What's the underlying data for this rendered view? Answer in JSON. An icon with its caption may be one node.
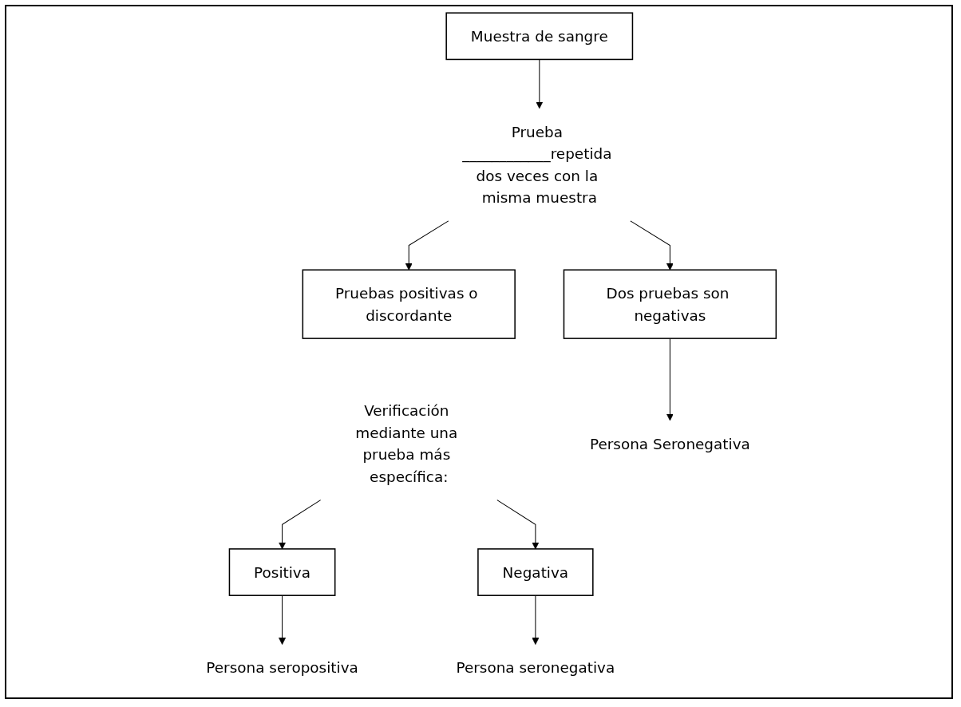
{
  "diagram": {
    "nodes": [
      {
        "text": [
          "Muestra de sangre"
        ]
      },
      {
        "text": [
          "Prueba ____________repetida dos veces con la misma muestra"
        ]
      },
      {
        "text": [
          "Dos pruebas son negativas"
        ]
      },
      {
        "text": [
          "Pruebas positivas o discordante"
        ]
      },
      {
        "text": [
          "Verificación mediante una prueba más específica:"
        ]
      },
      {
        "text": [
          "Positiva"
        ]
      },
      {
        "text": [
          "Negativa"
        ]
      },
      {
        "text": [
          "Persona Seronegativa"
        ]
      },
      {
        "text": [
          "Persona seropositiva"
        ]
      },
      {
        "text": [
          "Persona seronegativa"
        ]
      }
    ],
    "edges": [
      {
        "from": 0,
        "to": 1,
        "arrow": "to"
      },
      {
        "from": 1,
        "to": 2,
        "arrow": "to"
      },
      {
        "from": 1,
        "to": 3,
        "arrow": "to"
      },
      {
        "from": 2,
        "to": 7,
        "arrow": "to"
      },
      {
        "from": 4,
        "to": 5,
        "arrow": "to"
      },
      {
        "from": 4,
        "to": 6,
        "arrow": "to"
      },
      {
        "from": 5,
        "to": 8,
        "arrow": "to"
      },
      {
        "from": 6,
        "to": 9,
        "arrow": "to"
      }
    ]
  }
}
